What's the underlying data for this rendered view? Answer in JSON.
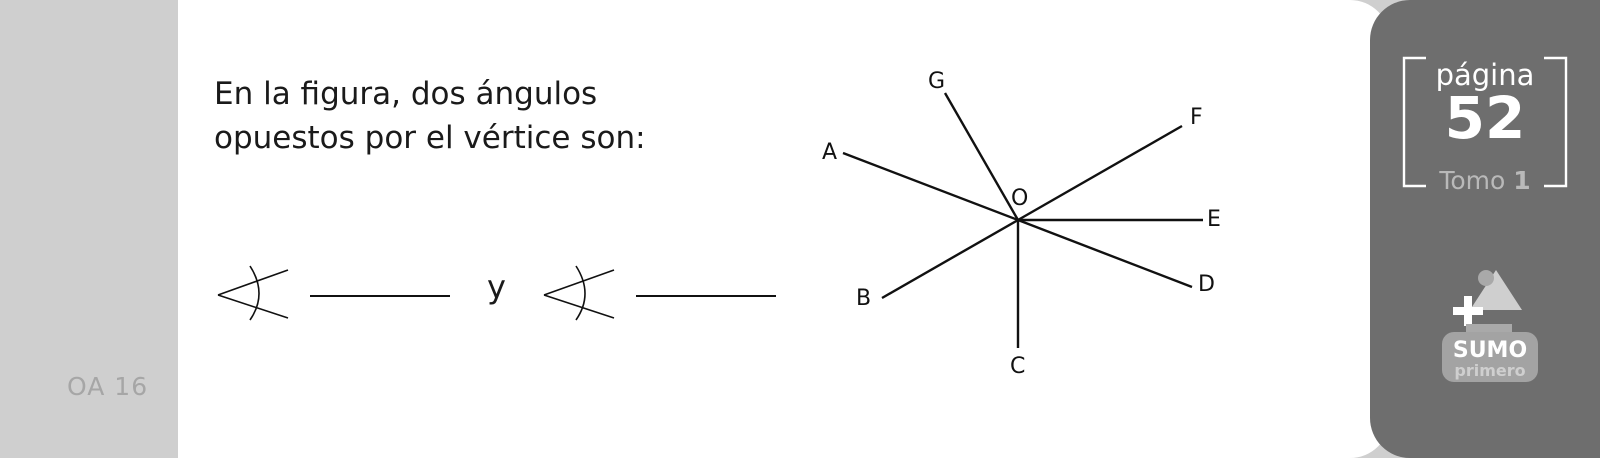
{
  "sidebar": {
    "oa_code": "OA 16"
  },
  "question": {
    "line1": "En la figura, dos ángulos",
    "line2": "opuestos por el vértice son:"
  },
  "answer": {
    "conjunction": "y"
  },
  "figure": {
    "vertex": "O",
    "labels": [
      "G",
      "F",
      "A",
      "E",
      "B",
      "D",
      "C"
    ]
  },
  "page_info": {
    "label": "página",
    "number": "52",
    "tomo_label": "Tomo",
    "tomo_number": "1"
  },
  "logo": {
    "line1": "SUMO",
    "line2": "primero"
  },
  "colors": {
    "panel": "#6e6e6e",
    "strip": "#cfcfcf",
    "card": "#ffffff"
  }
}
